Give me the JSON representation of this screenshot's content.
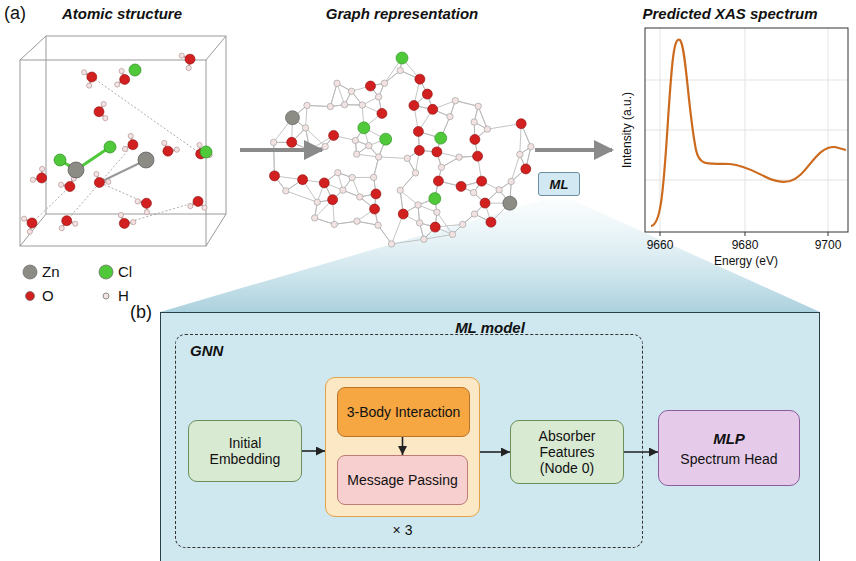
{
  "diagram": {
    "nodes": [
      {
        "text": [
          "ML"
        ]
      },
      {
        "text": [
          "ML model"
        ]
      },
      {
        "text": [
          "GNN"
        ],
        "in": 1
      },
      {
        "text": [
          "Initial Embedding"
        ],
        "in": 2
      },
      {
        "text": [
          "× 3"
        ],
        "in": 2
      },
      {
        "text": [
          "3-Body Interaction"
        ],
        "in": 4
      },
      {
        "text": [
          "Message Passing"
        ],
        "in": 4
      },
      {
        "text": [
          "Absorber Features (Node 0)"
        ],
        "in": 2
      },
      {
        "text": [
          "MLP",
          "Spectrum Head"
        ],
        "in": 1
      }
    ],
    "edges": [
      {
        "from": 3,
        "to": 4,
        "arrow": "to"
      },
      {
        "from": 5,
        "to": 6,
        "arrow": "to"
      },
      {
        "from": 4,
        "to": 7,
        "arrow": "to"
      },
      {
        "from": 7,
        "to": 8,
        "arrow": "to"
      }
    ],
    "labels": [
      "(a)",
      "Atomic structure",
      "Graph representation",
      "Predicted XAS spectrum",
      "Intensity (a.u.)",
      "Energy (eV)",
      "9660",
      "9680",
      "9700",
      "(b)"
    ],
    "legend": [
      {
        "text": "Zn",
        "color": "#8c8c84"
      },
      {
        "text": "Cl",
        "color": "#4fc93a"
      },
      {
        "text": "O",
        "color": "#d21f1f"
      },
      {
        "text": "H",
        "color": "#f3e2e2"
      }
    ]
  }
}
